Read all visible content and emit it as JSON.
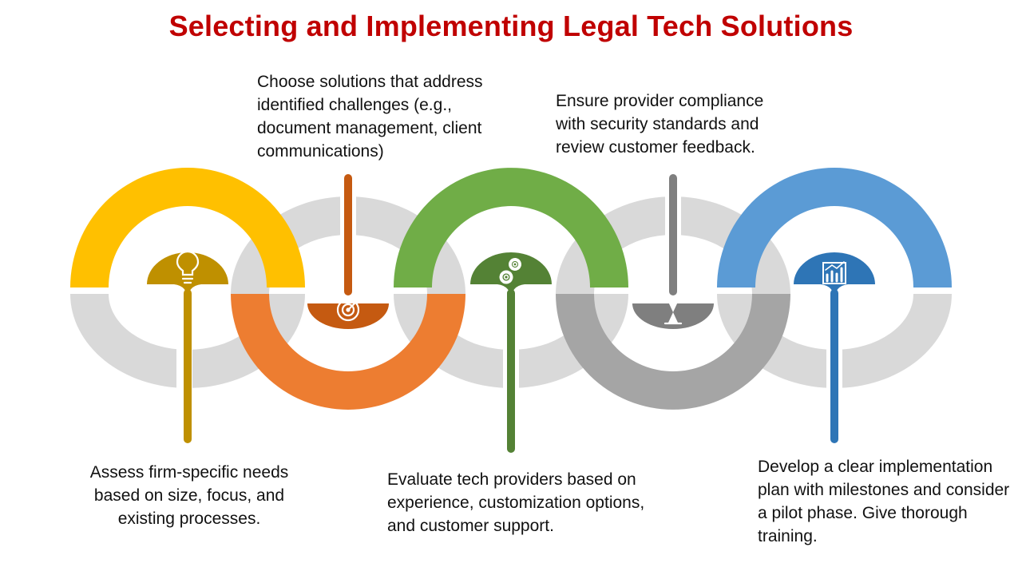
{
  "title": "Selecting and Implementing Legal Tech Solutions",
  "colors": {
    "title": "#C00000",
    "ring_bg": "#D9D9D9",
    "step1": "#FFC000",
    "step1_dark": "#BF9000",
    "step2": "#ED7D31",
    "step2_dark": "#C55A11",
    "step3": "#70AD47",
    "step3_dark": "#548235",
    "step4": "#A5A5A5",
    "step4_dark": "#7F7F7F",
    "step5": "#5B9BD5",
    "step5_dark": "#2E75B6"
  },
  "steps": [
    {
      "icon": "lightbulb-icon",
      "text": "Assess firm-specific needs based on size, focus, and existing processes."
    },
    {
      "icon": "target-icon",
      "text": "Choose solutions that address identified challenges (e.g., document management, client communications)"
    },
    {
      "icon": "gears-icon",
      "text": "Evaluate tech providers based on experience, customization options, and customer support."
    },
    {
      "icon": "hourglass-icon",
      "text": "Ensure provider compliance with security standards and review customer feedback."
    },
    {
      "icon": "bar-chart-icon",
      "text": "Develop a clear implementation plan with milestones and consider a pilot phase. Give thorough training."
    }
  ]
}
